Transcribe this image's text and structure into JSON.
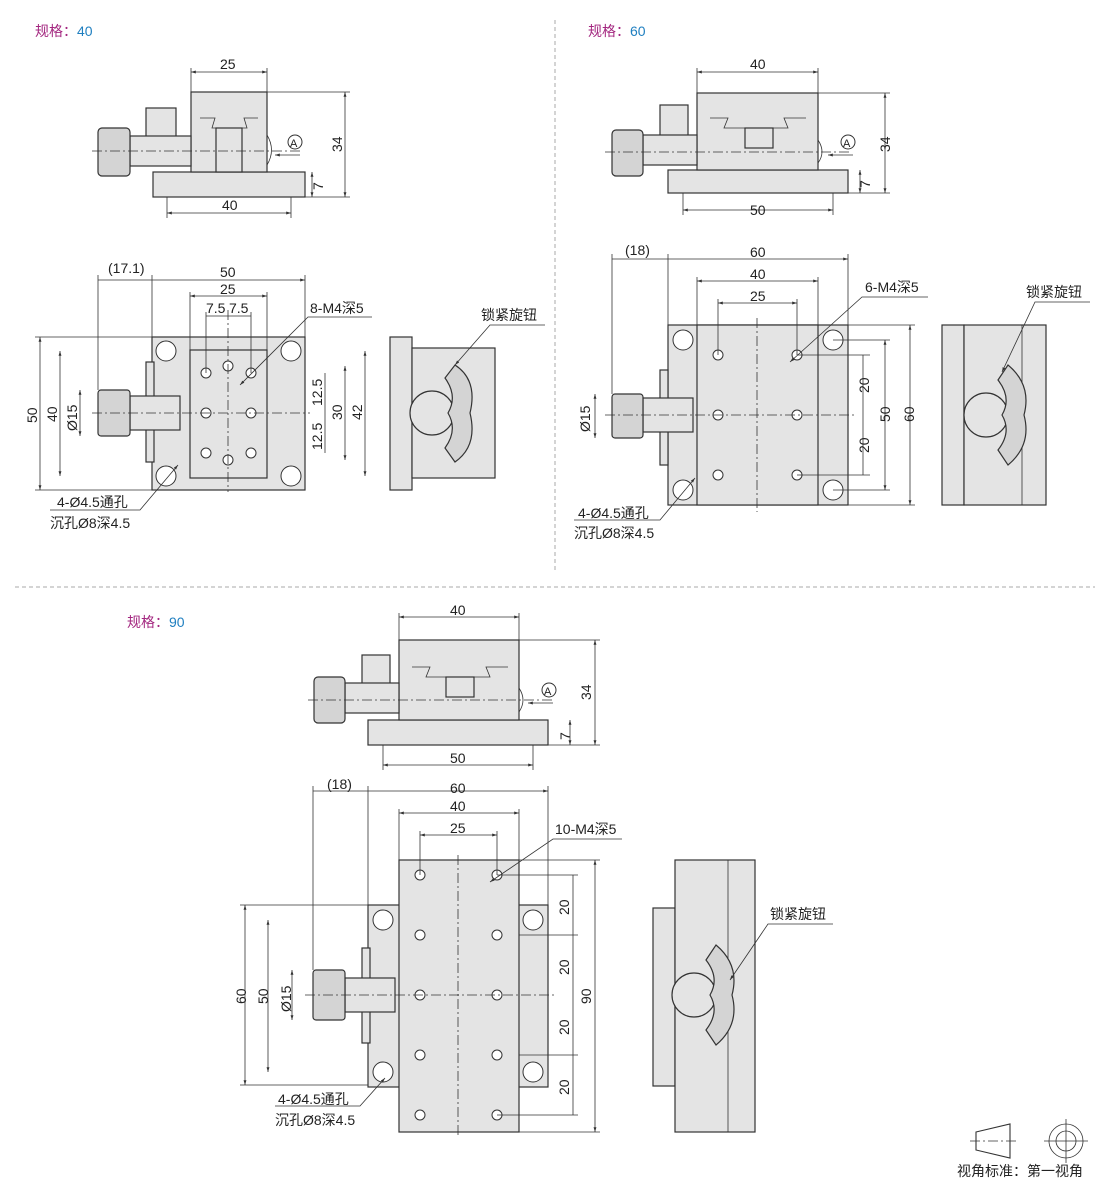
{
  "sections": [
    {
      "label": "规格：",
      "size": "40",
      "side": {
        "w": "25",
        "h": "34",
        "base_h": "7",
        "base_w": "40"
      },
      "top": {
        "knob_offset": "(17.1)",
        "w": "50",
        "carriage": "25",
        "pitch_a": "7.5",
        "pitch_b": "7.5",
        "tapped": "8-M4深5",
        "h": "50",
        "h2": "40",
        "knob_d": "Ø15",
        "v1": "12.5",
        "v2": "12.5",
        "v3": "30",
        "v4": "42",
        "hole1": "4-Ø4.5通孔",
        "hole2": "沉孔Ø8深4.5"
      },
      "lock": "锁紧旋钮",
      "circle_a": "A"
    },
    {
      "label": "规格：",
      "size": "60",
      "side": {
        "w": "40",
        "h": "34",
        "base_h": "7",
        "base_w": "50"
      },
      "top": {
        "knob_offset": "(18)",
        "w": "60",
        "w2": "40",
        "carriage": "25",
        "tapped": "6-M4深5",
        "knob_d": "Ø15",
        "v1": "20",
        "v2": "20",
        "h2": "50",
        "h": "60",
        "hole1": "4-Ø4.5通孔",
        "hole2": "沉孔Ø8深4.5"
      },
      "lock": "锁紧旋钮",
      "circle_a": "A"
    },
    {
      "label": "规格：",
      "size": "90",
      "side": {
        "w": "40",
        "h": "34",
        "base_h": "7",
        "base_w": "50"
      },
      "top": {
        "knob_offset": "(18)",
        "w": "60",
        "w2": "40",
        "carriage": "25",
        "tapped": "10-M4深5",
        "h": "60",
        "h2": "50",
        "knob_d": "Ø15",
        "v1": "20",
        "v2": "20",
        "v3": "20",
        "v4": "20",
        "v5": "90",
        "hole1": "4-Ø4.5通孔",
        "hole2": "沉孔Ø8深4.5"
      },
      "lock": "锁紧旋钮",
      "circle_a": "A"
    }
  ],
  "legend": {
    "text": "视角标准：第一视角"
  }
}
